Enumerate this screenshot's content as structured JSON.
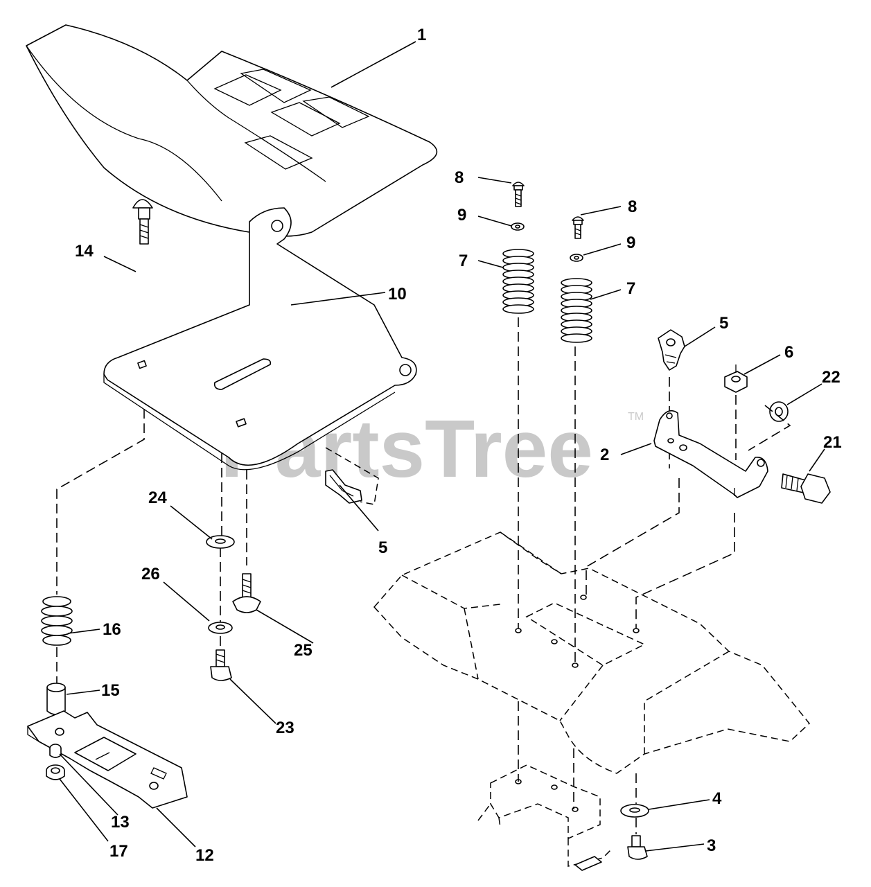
{
  "watermark": {
    "brand": "PartsTree",
    "trademark": "TM"
  },
  "callouts": {
    "c1": "1",
    "c2": "2",
    "c3": "3",
    "c4": "4",
    "c5a": "5",
    "c5b": "5",
    "c6": "6",
    "c7a": "7",
    "c7b": "7",
    "c8a": "8",
    "c8b": "8",
    "c9a": "9",
    "c9b": "9",
    "c10": "10",
    "c12": "12",
    "c13": "13",
    "c14": "14",
    "c15": "15",
    "c16": "16",
    "c17": "17",
    "c21": "21",
    "c22": "22",
    "c23": "23",
    "c24": "24",
    "c25": "25",
    "c26": "26"
  }
}
